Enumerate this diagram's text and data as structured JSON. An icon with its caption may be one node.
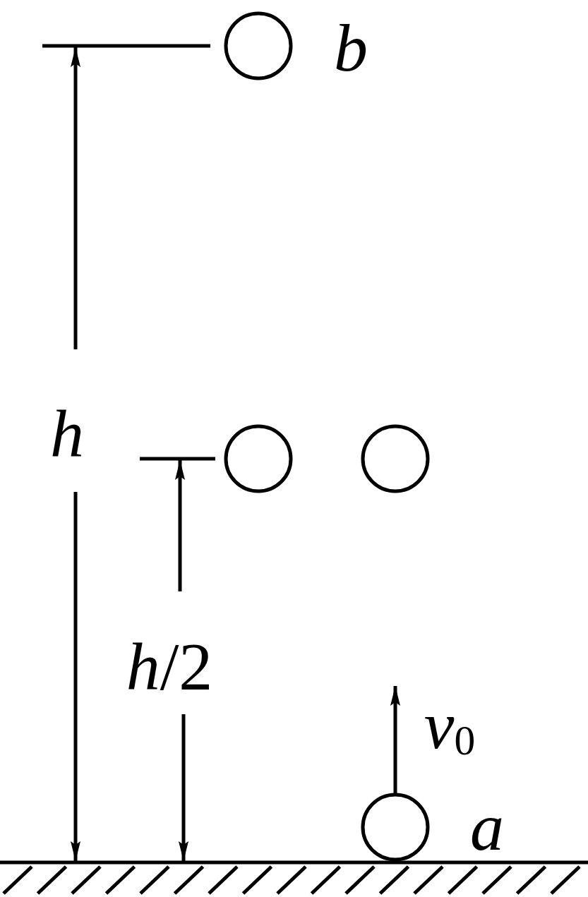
{
  "diagram": {
    "nodes": [
      {
        "text": [],
        "shape": "circle",
        "beside": [
          "b"
        ]
      },
      {
        "text": [],
        "shape": "circle"
      },
      {
        "text": [],
        "shape": "circle"
      },
      {
        "text": [],
        "shape": "circle",
        "beside": [
          "a"
        ]
      }
    ],
    "labels": [
      "h",
      "*h*/2",
      "*v*$_{0}$"
    ]
  }
}
